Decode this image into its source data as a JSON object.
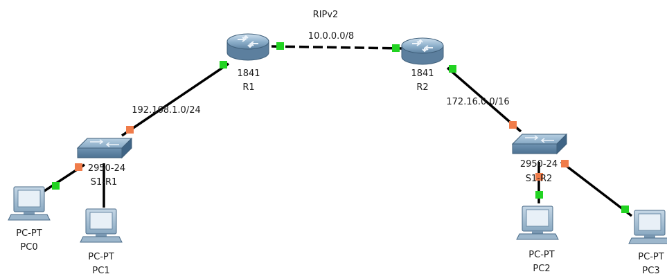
{
  "protocol_label": "RIPv2",
  "networks": {
    "wan": "10.0.0.0/8",
    "lan_r1": "192.168.1.0/24",
    "lan_r2": "172.16.0.0/16"
  },
  "routers": [
    {
      "model": "1841",
      "name": "R1"
    },
    {
      "model": "1841",
      "name": "R2"
    }
  ],
  "switches": [
    {
      "model": "2950-24",
      "name": "S1-R1"
    },
    {
      "model": "2950-24",
      "name": "S1-R2"
    }
  ],
  "pcs": [
    {
      "model": "PC-PT",
      "name": "PC0"
    },
    {
      "model": "PC-PT",
      "name": "PC1"
    },
    {
      "model": "PC-PT",
      "name": "PC2"
    },
    {
      "model": "PC-PT",
      "name": "PC3"
    }
  ],
  "colors": {
    "link_up": "#22d322",
    "link_down": "#f07c4a",
    "device_body": "#7f9fb8"
  }
}
